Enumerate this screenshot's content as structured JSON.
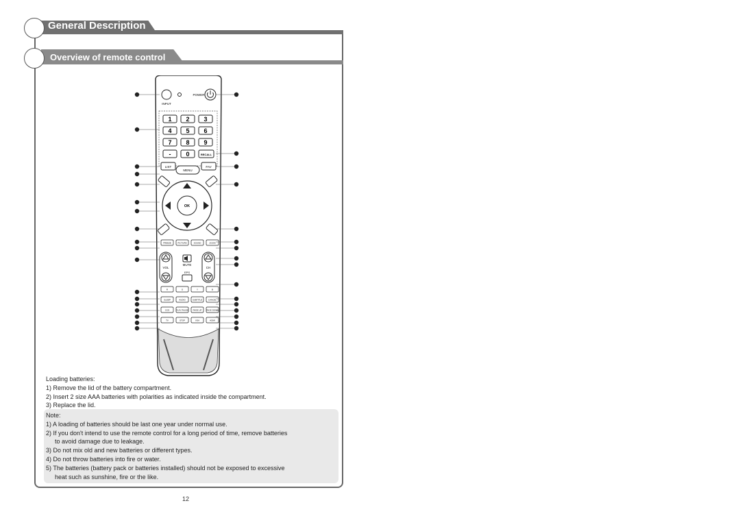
{
  "section_title": "General Description",
  "subsection_title": "Overview of remote control",
  "remote": {
    "buttons": {
      "input": "INPUT",
      "power": "POWER",
      "digits": [
        "1",
        "2",
        "3",
        "4",
        "5",
        "6",
        "7",
        "8",
        "9",
        "-",
        "0"
      ],
      "recall": "RECALL",
      "list": "LIST",
      "fav": "FAV",
      "menu": "MENU",
      "ok": "OK",
      "vol": "VOL",
      "mute": "MUTE",
      "ch": "CH",
      "eps": "EPS",
      "row1": [
        "FREEZE",
        "PICTURE",
        "SOUND",
        "ZOOM"
      ],
      "row2": [
        "R",
        "G",
        "Y",
        "B"
      ],
      "row3": [
        "SLEEP",
        "AUDIO",
        "SUBTITLE",
        "CANCEL"
      ],
      "row4": [
        "CCD",
        "PLAY PAUSE",
        "PAGE UP",
        "PAGE DOWN"
      ],
      "row5": [
        "TV",
        "STOP",
        "VGA",
        "HDMI"
      ]
    }
  },
  "loading": {
    "heading": "Loading batteries:",
    "lines": [
      "1) Remove the lid of the battery compartment.",
      "2) Insert 2 size AAA batteries with polarities as indicated inside the compartment.",
      "3) Replace the lid."
    ]
  },
  "note": {
    "heading": "Note:",
    "lines": [
      "1) A loading of batteries should be last one year under normal use.",
      "2) If you don't intend to use the remote control for a long period of time, remove batteries",
      "to avoid damage due to leakage.",
      "3) Do not mix old and new batteries or different types.",
      "4) Do not throw batteries into fire or water.",
      "5) The batteries (battery pack or batteries installed) should not be exposed to excessive",
      "heat such as sunshine, fire or the like."
    ]
  },
  "page_number": "12"
}
